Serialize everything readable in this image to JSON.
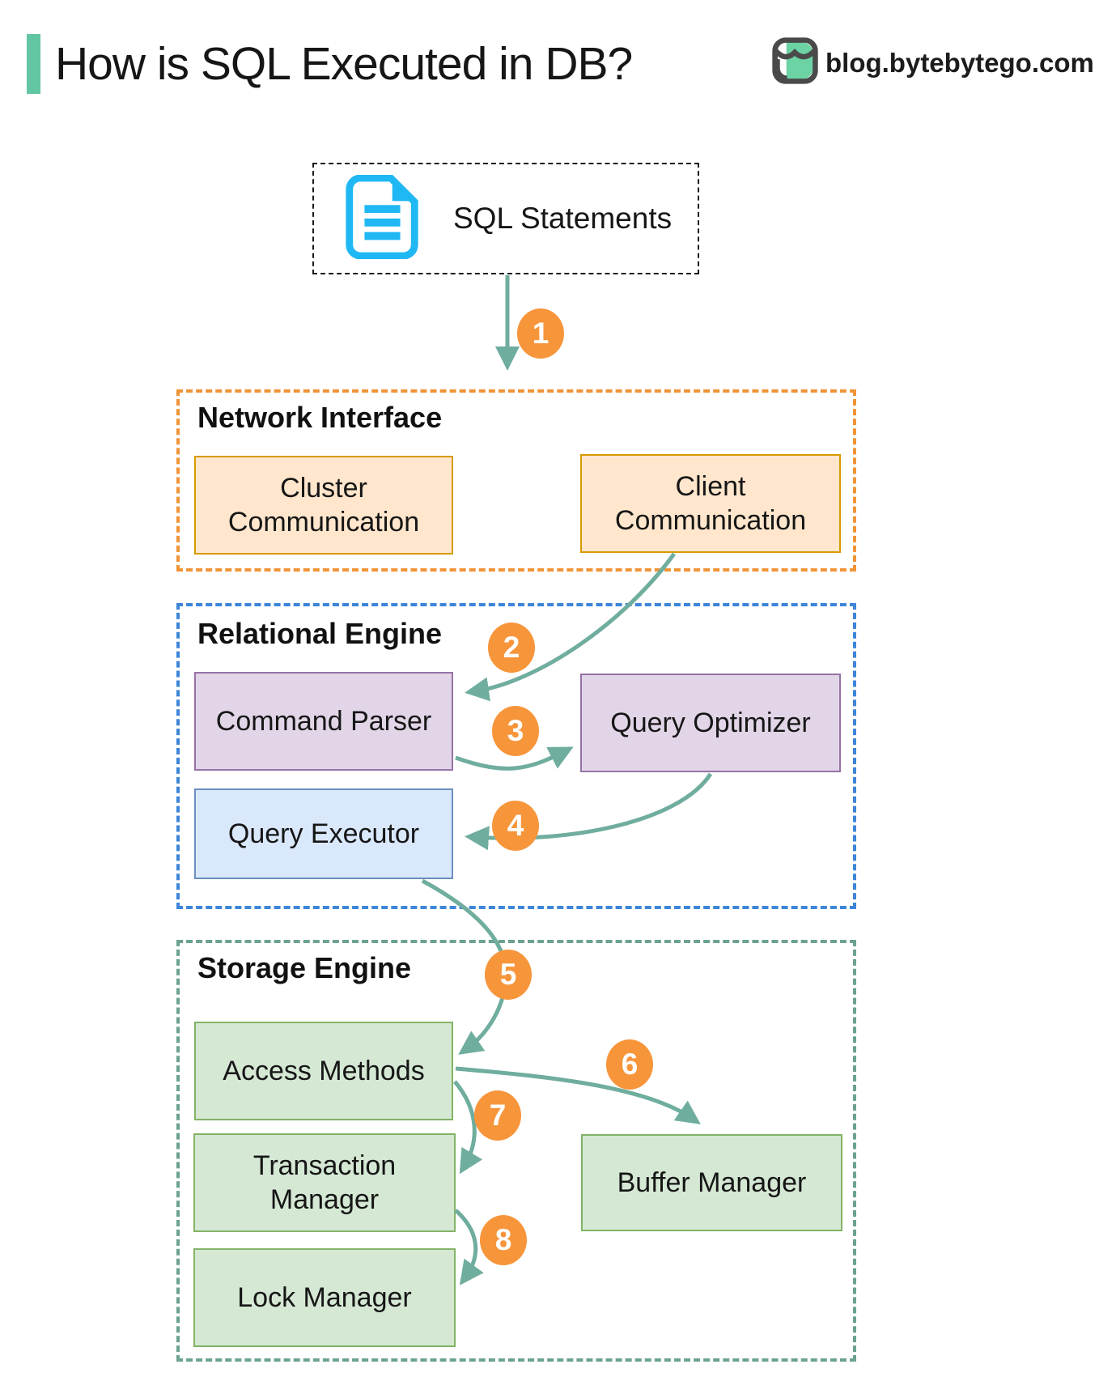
{
  "header": {
    "title": "How is SQL Executed in DB?",
    "brand": "blog.bytebytego.com"
  },
  "source_box": {
    "label": "SQL Statements",
    "icon": "document-icon"
  },
  "sections": {
    "network": {
      "title": "Network Interface",
      "border_color": "#F19437",
      "boxes": [
        "Cluster Communication",
        "Client Communication"
      ]
    },
    "relational": {
      "title": "Relational Engine",
      "border_color": "#3D85D8",
      "boxes": [
        "Command Parser",
        "Query Optimizer",
        "Query Executor"
      ]
    },
    "storage": {
      "title": "Storage Engine",
      "border_color": "#6BA290",
      "boxes": [
        "Access Methods",
        "Transaction Manager",
        "Lock Manager",
        "Buffer Manager"
      ]
    }
  },
  "nodes": {
    "sql_statements": "SQL Statements",
    "cluster_communication": "Cluster Communication",
    "client_communication": "Client Communication",
    "command_parser": "Command Parser",
    "query_optimizer": "Query Optimizer",
    "query_executor": "Query Executor",
    "access_methods": "Access Methods",
    "buffer_manager": "Buffer Manager",
    "transaction_manager": "Transaction Manager",
    "lock_manager": "Lock Manager"
  },
  "steps": [
    {
      "number": "1",
      "from": "SQL Statements",
      "to": "Network Interface"
    },
    {
      "number": "2",
      "from": "Client Communication",
      "to": "Command Parser"
    },
    {
      "number": "3",
      "from": "Command Parser",
      "to": "Query Optimizer"
    },
    {
      "number": "4",
      "from": "Query Optimizer",
      "to": "Query Executor"
    },
    {
      "number": "5",
      "from": "Query Executor",
      "to": "Access Methods"
    },
    {
      "number": "6",
      "from": "Access Methods",
      "to": "Buffer Manager"
    },
    {
      "number": "7",
      "from": "Access Methods",
      "to": "Transaction Manager"
    },
    {
      "number": "8",
      "from": "Transaction Manager",
      "to": "Lock Manager"
    }
  ],
  "colors": {
    "accent_green": "#63C6A2",
    "arrow": "#6FAD9F",
    "step_badge_fill": "#F7953B",
    "step_badge_text": "#FFFFFF",
    "doc_icon": "#1FB8F4",
    "network_border": "#F19437",
    "network_box_fill": "#FFE6CC",
    "network_box_border": "#D79B00",
    "relational_border": "#3D85D8",
    "purple_box_fill": "#E1D5E7",
    "purple_box_border": "#9673A6",
    "blue_box_fill": "#DAE8FC",
    "blue_box_border": "#6C8EBF",
    "storage_border": "#6BA290",
    "green_box_fill": "#D5E8D4",
    "green_box_border": "#82B366"
  }
}
